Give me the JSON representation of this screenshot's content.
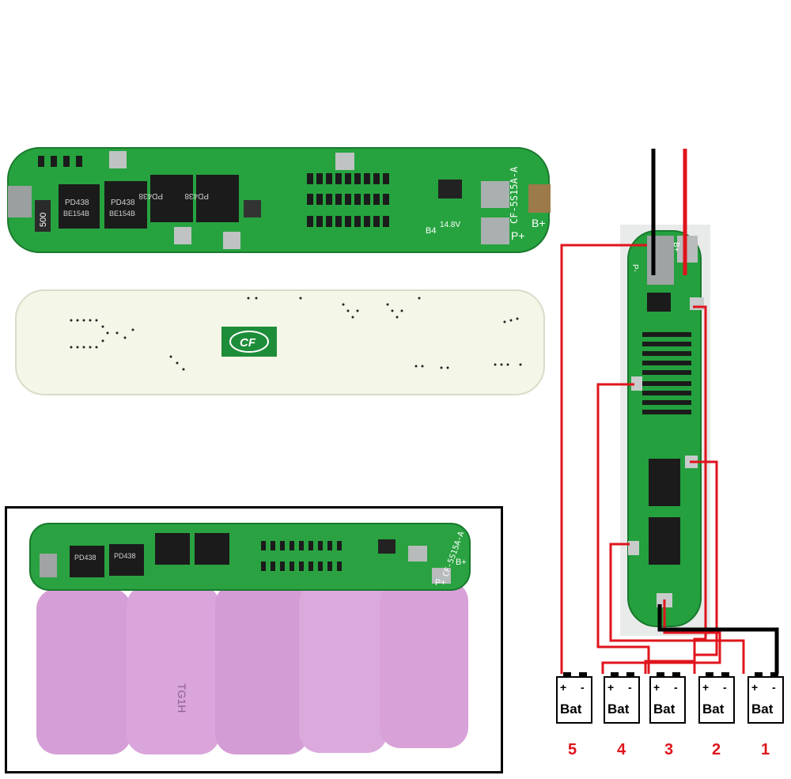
{
  "top_board": {
    "marking": "CF-5S15A-A",
    "bplus": "B+",
    "pplus": "P+",
    "b4": "B4",
    "voltage": "14.8V",
    "resistor_code": "500",
    "mosfet_top": "PD438",
    "mosfet_bottom": "BE154B"
  },
  "back_board": {
    "logo_text": "CF"
  },
  "pack_photo": {
    "marking": "CF-5S15A-A",
    "bplus": "B+",
    "pplus": "P+",
    "mosfet_top": "PD438",
    "cell_text": "TG1H"
  },
  "wiring": {
    "bplus": "B+",
    "pminus": "P-",
    "battery_label": "Bat",
    "plus_sign": "+",
    "minus_sign": "-",
    "cell_numbers": [
      "5",
      "4",
      "3",
      "2",
      "1"
    ],
    "colors": {
      "red": "#e0141c",
      "black": "#000000",
      "pcb": "#1f9b3c",
      "number": "#e0141c"
    }
  }
}
